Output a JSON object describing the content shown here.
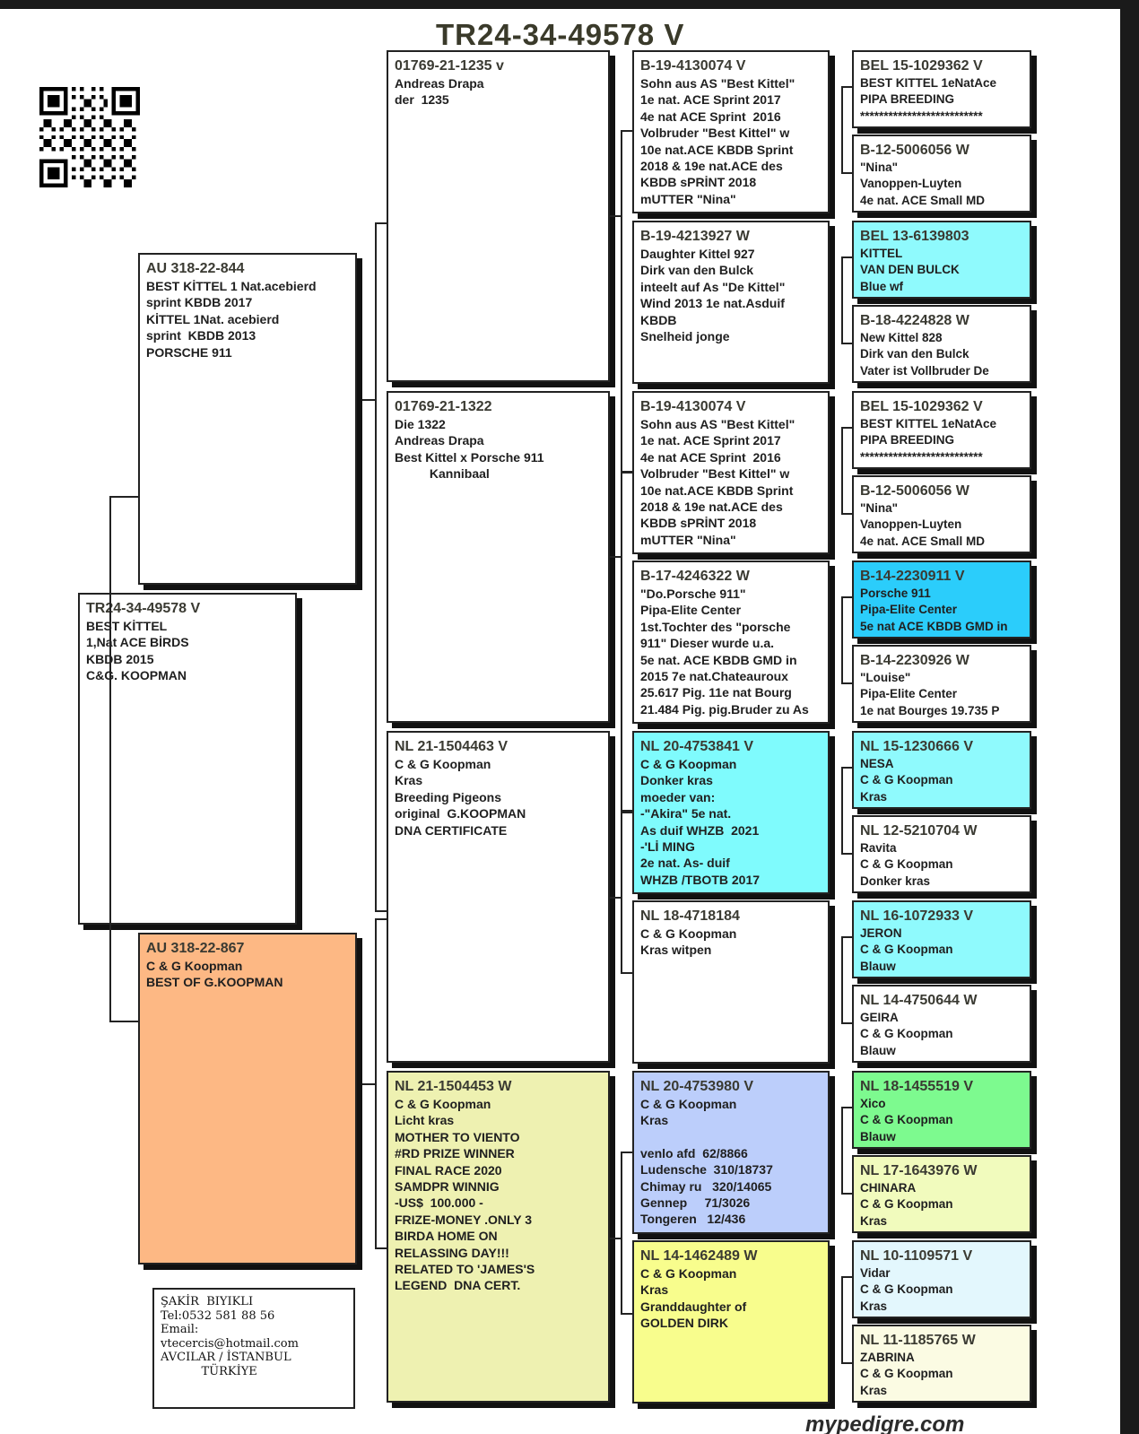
{
  "title": "TR24-34-49578 V",
  "qr_icon": "qr-code-icon",
  "colors": {
    "peach": "#fdb884",
    "cyan": "#7ffbfd",
    "light_cyan": "#8ffafd",
    "sky": "#2bcdfb",
    "lavender": "#bccefb",
    "yellow": "#f8fd8d",
    "khaki": "#eef1b1",
    "green": "#7dfa8f",
    "pale_yellow": "#f1fbbd",
    "pale_blue": "#e3f7fd",
    "cream": "#fbfbe3"
  },
  "pedigree": [
    {
      "id": "subject",
      "ring": "TR24-34-49578 V",
      "lines": [
        "BEST KİTTEL",
        "1,Nat ACE BİRDS",
        "KBDB 2015",
        "C&G. KOOPMAN"
      ]
    },
    {
      "id": "sire",
      "ring": "AU 318-22-844",
      "lines": [
        "BEST KİTTEL 1 Nat.acebierd",
        "sprint KBDB 2017",
        "KİTTEL 1Nat. acebierd",
        "sprint  KBDB 2013",
        "PORSCHE 911"
      ]
    },
    {
      "id": "dam",
      "ring": "AU 318-22-867",
      "lines": [
        "C & G Koopman",
        "BEST OF G.KOOPMAN"
      ]
    },
    {
      "id": "ss",
      "ring": "01769-21-1235 v",
      "lines": [
        "Andreas Drapa",
        "der  1235"
      ]
    },
    {
      "id": "sd",
      "ring": "01769-21-1322",
      "lines": [
        "Die 1322",
        "Andreas Drapa",
        "Best Kittel x Porsche 911",
        "          Kannibaal"
      ]
    },
    {
      "id": "ds",
      "ring": "NL 21-1504463 V",
      "lines": [
        "C & G Koopman",
        "Kras",
        "Breeding Pigeons",
        "original  G.KOOPMAN",
        "DNA CERTIFICATE"
      ]
    },
    {
      "id": "dd",
      "ring": "NL 21-1504453 W",
      "lines": [
        "C & G Koopman",
        "Licht kras",
        "MOTHER TO VIENTO",
        "#RD PRIZE WINNER",
        "FINAL RACE 2020",
        "SAMDPR WINNIG",
        "-US$  100.000 -",
        "FRIZE-MONEY .ONLY 3",
        "BIRDA HOME ON",
        "RELASSING DAY!!!",
        "RELATED TO 'JAMES'S",
        "LEGEND  DNA CERT."
      ]
    },
    {
      "id": "sss",
      "ring": "B-19-4130074 V",
      "lines": [
        "Sohn aus AS \"Best Kittel\"",
        "1e nat. ACE Sprint 2017",
        "4e nat ACE Sprint  2016",
        "Volbruder \"Best Kittel\" w",
        "10e nat.ACE KBDB Sprint",
        "2018 & 19e nat.ACE des",
        "KBDB sPRİNT 2018",
        "mUTTER \"Nina\""
      ]
    },
    {
      "id": "ssd",
      "ring": "B-19-4213927 W",
      "lines": [
        "Daughter Kittel 927",
        "Dirk van den Bulck",
        "inteelt auf As \"De Kittel\"",
        "Wind 2013 1e nat.Asduif",
        "KBDB",
        "Snelheid jonge"
      ]
    },
    {
      "id": "sds",
      "ring": "B-19-4130074 V",
      "lines": [
        "Sohn aus AS \"Best Kittel\"",
        "1e nat. ACE Sprint 2017",
        "4e nat ACE Sprint  2016",
        "Volbruder \"Best Kittel\" w",
        "10e nat.ACE KBDB Sprint",
        "2018 & 19e nat.ACE des",
        "KBDB sPRİNT 2018",
        "mUTTER \"Nina\""
      ]
    },
    {
      "id": "sdd",
      "ring": "B-17-4246322 W",
      "lines": [
        "\"Do.Porsche 911\"",
        "Pipa-Elite Center",
        "1st.Tochter des \"porsche",
        "911\" Dieser wurde u.a.",
        "5e nat. ACE KBDB GMD in",
        "2015 7e nat.Chateauroux",
        "25.617 Pig. 11e nat Bourg",
        "21.484 Pig. pig.Bruder zu As"
      ]
    },
    {
      "id": "dss",
      "ring": "NL 20-4753841 V",
      "lines": [
        "C & G Koopman",
        "Donker kras",
        "moeder van:",
        "-\"Akira\" 5e nat.",
        "As duif WHZB  2021",
        "-'Lİ MING",
        "2e nat. As- duif",
        "WHZB /TBOTB 2017"
      ]
    },
    {
      "id": "dsd",
      "ring": "NL 18-4718184",
      "lines": [
        "C & G Koopman",
        "Kras witpen"
      ]
    },
    {
      "id": "dds",
      "ring": "NL 20-4753980 V",
      "lines": [
        "C & G Koopman",
        "Kras",
        "",
        "venlo afd  62/8866",
        "Ludensche  310/18737",
        "Chimay ru   320/14065",
        "Gennep     71/3026",
        "Tongeren   12/436"
      ]
    },
    {
      "id": "ddd",
      "ring": "NL 14-1462489 W",
      "lines": [
        "C & G Koopman",
        "Kras",
        "Granddaughter of",
        "GOLDEN DIRK"
      ]
    },
    {
      "id": "g1",
      "ring": "BEL 15-1029362 V",
      "lines": [
        "BEST KITTEL 1eNatAce",
        "PIPA BREEDING",
        "**************************"
      ]
    },
    {
      "id": "g2",
      "ring": "B-12-5006056 W",
      "lines": [
        "\"Nina\"",
        "Vanoppen-Luyten",
        "4e nat. ACE Small MD"
      ]
    },
    {
      "id": "g3",
      "ring": "BEL 13-6139803",
      "lines": [
        "KITTEL",
        "VAN DEN BULCK",
        "Blue wf"
      ]
    },
    {
      "id": "g4",
      "ring": "B-18-4224828 W",
      "lines": [
        "New Kittel 828",
        "Dirk van den Bulck",
        "Vater ist Vollbruder De"
      ]
    },
    {
      "id": "g5",
      "ring": "BEL 15-1029362 V",
      "lines": [
        "BEST KITTEL 1eNatAce",
        "PIPA BREEDING",
        "**************************"
      ]
    },
    {
      "id": "g6",
      "ring": "B-12-5006056 W",
      "lines": [
        "\"Nina\"",
        "Vanoppen-Luyten",
        "4e nat. ACE Small MD"
      ]
    },
    {
      "id": "g7",
      "ring": "B-14-2230911 V",
      "lines": [
        "Porsche 911",
        "Pipa-Elite Center",
        "5e nat ACE KBDB GMD in"
      ]
    },
    {
      "id": "g8",
      "ring": "B-14-2230926 W",
      "lines": [
        "\"Louise\"",
        "Pipa-Elite Center",
        "1e nat Bourges 19.735 P"
      ]
    },
    {
      "id": "g9",
      "ring": "NL 15-1230666 V",
      "lines": [
        "NESA",
        "C & G Koopman",
        "Kras"
      ]
    },
    {
      "id": "g10",
      "ring": "NL 12-5210704 W",
      "lines": [
        "Ravita",
        "C & G Koopman",
        "Donker kras"
      ]
    },
    {
      "id": "g11",
      "ring": "NL 16-1072933 V",
      "lines": [
        "JERON",
        "C & G Koopman",
        "Blauw"
      ]
    },
    {
      "id": "g12",
      "ring": "NL 14-4750644 W",
      "lines": [
        "GEIRA",
        "C & G Koopman",
        "Blauw"
      ]
    },
    {
      "id": "g13",
      "ring": "NL 18-1455519 V",
      "lines": [
        "Xico",
        "C & G Koopman",
        "Blauw"
      ]
    },
    {
      "id": "g14",
      "ring": "NL 17-1643976 W",
      "lines": [
        "CHINARA",
        "C & G Koopman",
        "Kras"
      ]
    },
    {
      "id": "g15",
      "ring": "NL 10-1109571 V",
      "lines": [
        "Vidar",
        "C & G Koopman",
        "Kras"
      ]
    },
    {
      "id": "g16",
      "ring": "NL 11-1185765 W",
      "lines": [
        "ZABRINA",
        "C & G Koopman",
        "Kras"
      ]
    }
  ],
  "contact": {
    "lines": [
      "ŞAKİR  BIYIKLI",
      "Tel:0532 581 88 56",
      "Email:",
      "vtecercis@hotmail.com",
      "AVCILAR / İSTANBUL",
      "           TÜRKİYE"
    ]
  },
  "footer": "mypedigre.com"
}
